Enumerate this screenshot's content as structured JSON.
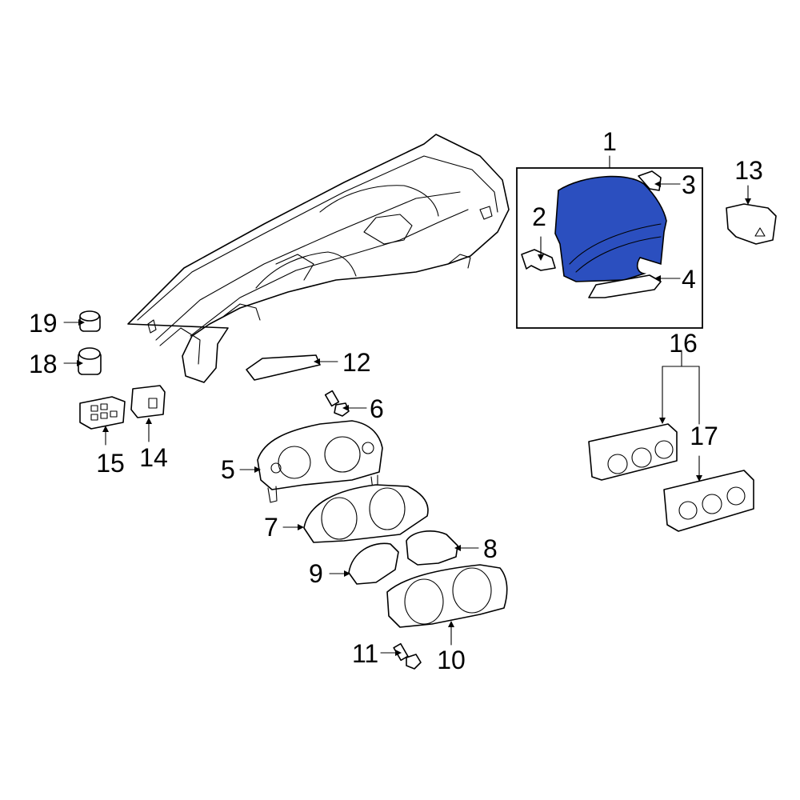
{
  "diagram": {
    "highlight_color": "#2b4fbf",
    "callouts": [
      {
        "id": "1",
        "label": "1"
      },
      {
        "id": "2",
        "label": "2"
      },
      {
        "id": "3",
        "label": "3"
      },
      {
        "id": "4",
        "label": "4"
      },
      {
        "id": "5",
        "label": "5"
      },
      {
        "id": "6",
        "label": "6"
      },
      {
        "id": "7",
        "label": "7"
      },
      {
        "id": "8",
        "label": "8"
      },
      {
        "id": "9",
        "label": "9"
      },
      {
        "id": "10",
        "label": "10"
      },
      {
        "id": "11",
        "label": "11"
      },
      {
        "id": "12",
        "label": "12"
      },
      {
        "id": "13",
        "label": "13"
      },
      {
        "id": "14",
        "label": "14"
      },
      {
        "id": "15",
        "label": "15"
      },
      {
        "id": "16",
        "label": "16"
      },
      {
        "id": "17",
        "label": "17"
      },
      {
        "id": "18",
        "label": "18"
      },
      {
        "id": "19",
        "label": "19"
      }
    ]
  }
}
